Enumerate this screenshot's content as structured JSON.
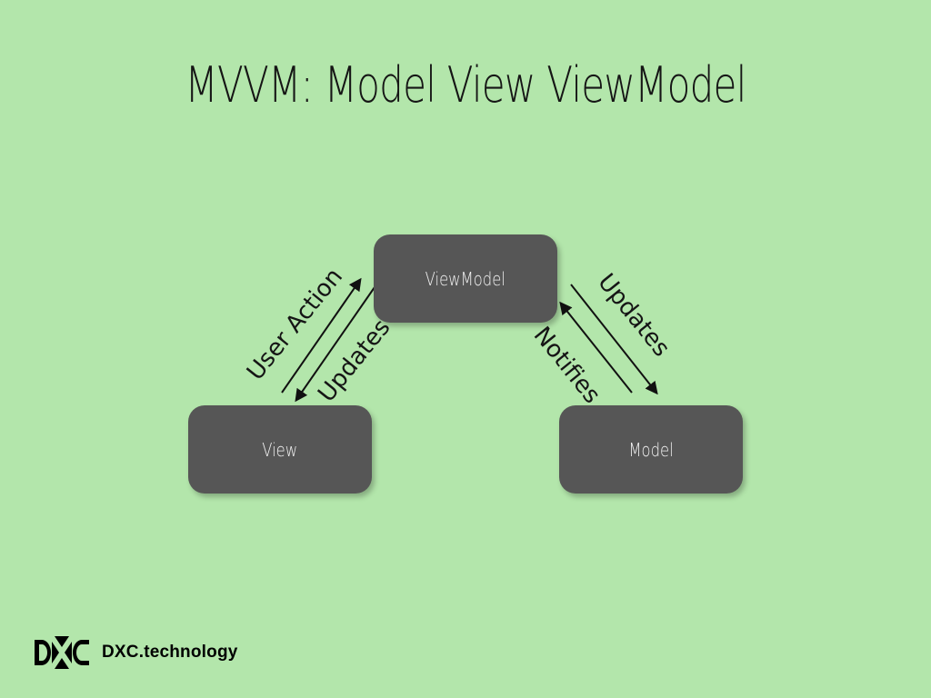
{
  "title": "MVVM: Model View ViewModel",
  "nodes": {
    "viewmodel": "ViewModel",
    "view": "View",
    "model": "Model"
  },
  "edges": {
    "user_action": "User Action",
    "updates_left": "Updates",
    "notifies": "Notifies",
    "updates_right": "Updates"
  },
  "logo": {
    "wordmark": "DXC.technology"
  },
  "colors": {
    "background": "#b3e6ab",
    "node": "#565656",
    "node_text": "#f2f2f2",
    "text": "#151515"
  }
}
